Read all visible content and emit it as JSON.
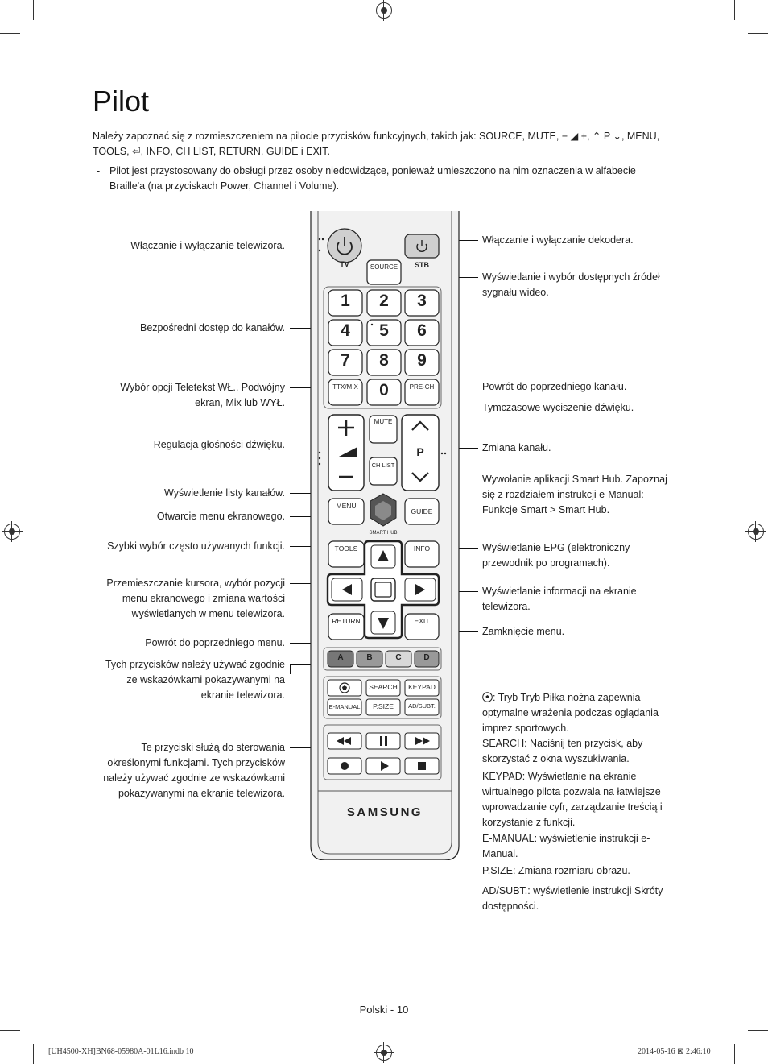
{
  "title": "Pilot",
  "intro": {
    "text": "Należy zapoznać się z rozmieszczeniem na pilocie przycisków funkcyjnych, takich jak: SOURCE, MUTE, − ◢ +, ⌃ P ⌄, MENU, TOOLS, ⏎, INFO, CH LIST, RETURN, GUIDE i EXIT.",
    "note": "Pilot jest przystosowany do obsługi przez osoby niedowidzące, ponieważ umieszczono na nim oznaczenia w alfabecie Braille'a (na przyciskach Power, Channel i Volume)."
  },
  "left_labels": [
    "Włączanie i wyłączanie telewizora.",
    "Bezpośredni dostęp do kanałów.",
    "Wybór opcji Teletekst WŁ., Podwójny ekran, Mix lub WYŁ.",
    "Regulacja głośności dźwięku.",
    "Wyświetlenie listy kanałów.",
    "Otwarcie menu ekranowego.",
    "Szybki wybór często używanych funkcji.",
    "Przemieszczanie kursora, wybór pozycji menu ekranowego i zmiana wartości wyświetlanych w menu telewizora.",
    "Powrót do poprzedniego menu.",
    "Tych przycisków należy używać zgodnie ze wskazówkami pokazywanymi na ekranie telewizora.",
    "Te przyciski służą do sterowania określonymi funkcjami. Tych przycisków należy używać zgodnie ze wskazówkami pokazywanymi na ekranie telewizora."
  ],
  "right_labels": [
    "Włączanie i wyłączanie dekodera.",
    "Wyświetlanie i wybór dostępnych źródeł sygnału wideo.",
    "Powrót do poprzedniego kanału.",
    "Tymczasowe wyciszenie dźwięku.",
    "Zmiana kanału.",
    "Wywołanie aplikacji Smart Hub. Zapoznaj się z rozdziałem instrukcji e-Manual: Funkcje Smart > Smart Hub.",
    "Wyświetlanie EPG (elektroniczny przewodnik po programach).",
    "Wyświetlanie informacji na ekranie telewizora.",
    "Zamknięcie menu."
  ],
  "function_notes": [
    {
      "key": "",
      "text": ": Tryb Tryb Piłka nożna zapewnia optymalne wrażenia podczas oglądania imprez sportowych."
    },
    {
      "key": "SEARCH",
      "text": ": Naciśnij ten przycisk, aby skorzystać z okna wyszukiwania."
    },
    {
      "key": "KEYPAD",
      "text": ": Wyświetlanie na ekranie wirtualnego pilota pozwala na łatwiejsze wprowadzanie cyfr, zarządzanie treścią i korzystanie z funkcji."
    },
    {
      "key": "E-MANUAL",
      "text": ": wyświetlenie instrukcji e-Manual."
    },
    {
      "key": "P.SIZE",
      "text": ": Zmiana rozmiaru obrazu."
    },
    {
      "key": "AD/SUBT.",
      "text": ": wyświetlenie instrukcji Skróty dostępności."
    }
  ],
  "remote": {
    "tv": "TV",
    "stb": "STB",
    "source": "SOURCE",
    "digits": [
      "1",
      "2",
      "3",
      "4",
      "5",
      "6",
      "7",
      "8",
      "9"
    ],
    "zero": "0",
    "ttx": "TTX/MIX",
    "prech": "PRE-CH",
    "mute": "MUTE",
    "chlist": "CH LIST",
    "p": "P",
    "menu": "MENU",
    "guide": "GUIDE",
    "smarthub": "SMART HUB",
    "tools": "TOOLS",
    "info": "INFO",
    "return": "RETURN",
    "exit": "EXIT",
    "colors": [
      "A",
      "B",
      "C",
      "D"
    ],
    "search": "SEARCH",
    "keypad": "KEYPAD",
    "emanual": "E-MANUAL",
    "psize": "P.SIZE",
    "adsubt": "AD/SUBT.",
    "brand": "SAMSUNG"
  },
  "footer": {
    "page": "Polski - 10",
    "file": "[UH4500-XH]BN68-05980A-01L16.indb   10",
    "date": "2014-05-16   ⊠ 2:46:10"
  }
}
